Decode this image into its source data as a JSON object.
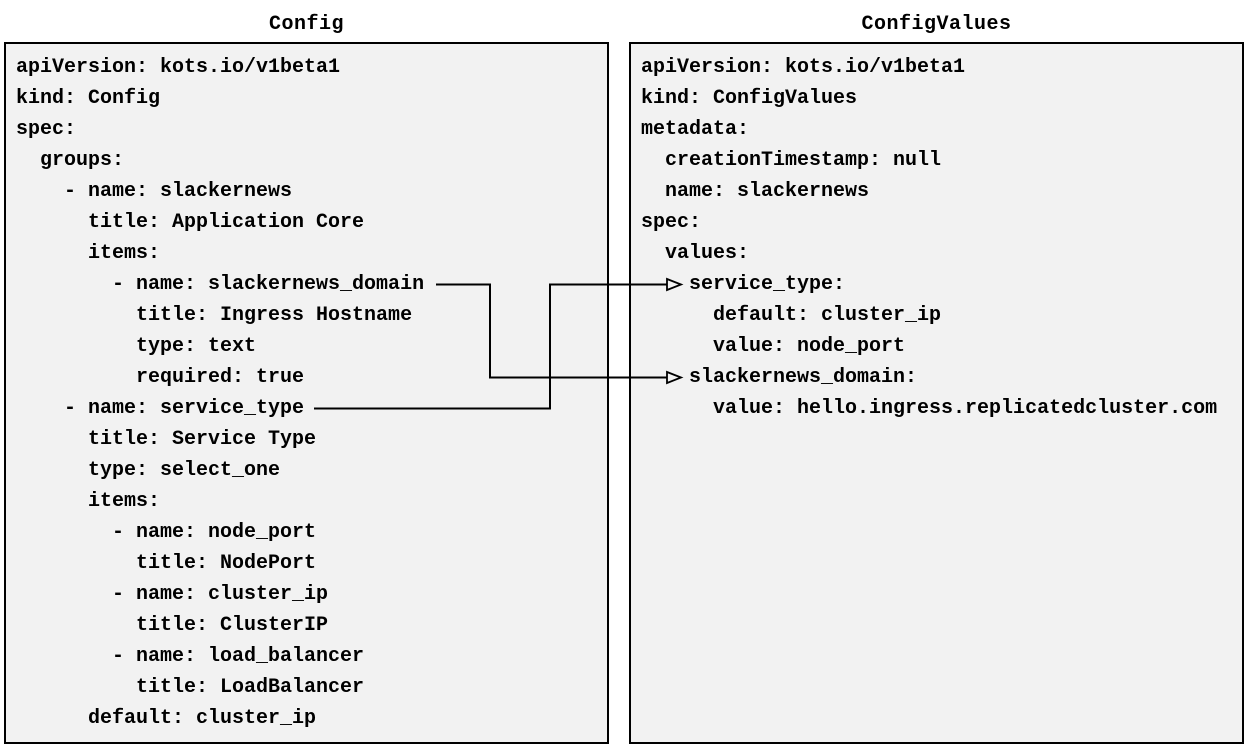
{
  "left_panel": {
    "title": "Config",
    "lines": [
      "apiVersion: kots.io/v1beta1",
      "kind: Config",
      "spec:",
      "  groups:",
      "    - name: slackernews",
      "      title: Application Core",
      "      items:",
      "        - name: slackernews_domain",
      "          title: Ingress Hostname",
      "          type: text",
      "          required: true",
      "    - name: service_type",
      "      title: Service Type",
      "      type: select_one",
      "      items:",
      "        - name: node_port",
      "          title: NodePort",
      "        - name: cluster_ip",
      "          title: ClusterIP",
      "        - name: load_balancer",
      "          title: LoadBalancer",
      "      default: cluster_ip"
    ]
  },
  "right_panel": {
    "title": "ConfigValues",
    "lines": [
      "apiVersion: kots.io/v1beta1",
      "kind: ConfigValues",
      "metadata:",
      "  creationTimestamp: null",
      "  name: slackernews",
      "spec:",
      "  values:",
      "    service_type:",
      "      default: cluster_ip",
      "      value: node_port",
      "    slackernews_domain:",
      "      value: hello.ingress.replicatedcluster.com"
    ]
  },
  "connections": [
    {
      "from": "Config item slackernews_domain",
      "to": "ConfigValues value slackernews_domain"
    },
    {
      "from": "Config item service_type",
      "to": "ConfigValues value service_type"
    }
  ],
  "colors": {
    "panel_bg": "#f2f2f2",
    "border": "#000000",
    "text": "#000000",
    "arrow": "#000000"
  }
}
